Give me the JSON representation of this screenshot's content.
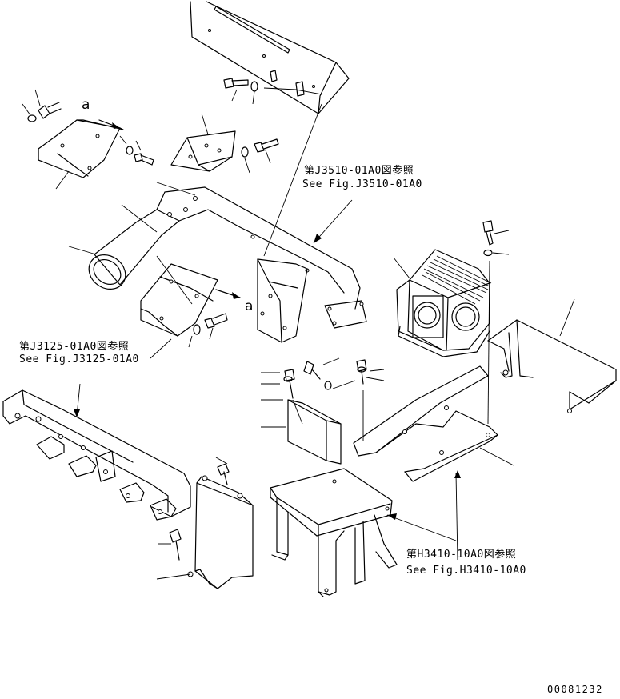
{
  "references": {
    "j3510_jp": "第J3510-01A0図参照",
    "j3510_en": "See Fig.J3510-01A0",
    "j3125_jp": "第J3125-01A0図参照",
    "j3125_en": "See Fig.J3125-01A0",
    "h3410_jp": "第H3410-10A0図参照",
    "h3410_en": "See Fig.H3410-10A0"
  },
  "view_markers": {
    "upper": "a",
    "lower": "a"
  },
  "drawing_number": "00081232"
}
